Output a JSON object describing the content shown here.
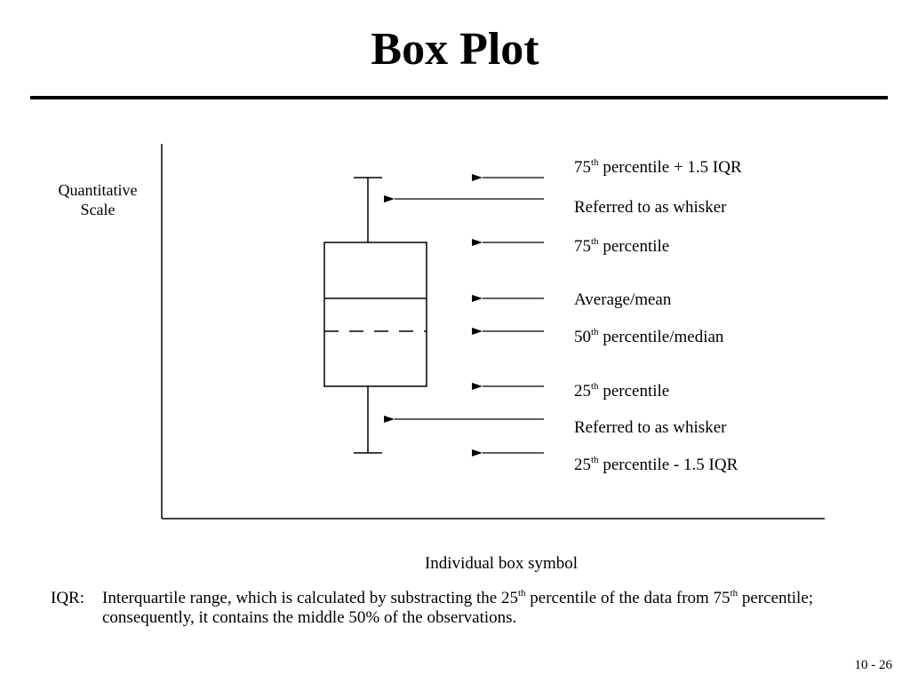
{
  "slide": {
    "title": "Box Plot",
    "page_number": "10 - 26"
  },
  "diagram": {
    "y_axis_label_line1": "Quantitative",
    "y_axis_label_line2": "Scale",
    "x_axis_label": "Individual box symbol",
    "annotations": [
      {
        "pre": "75",
        "sup": "th",
        "post": " percentile + 1.5 IQR"
      },
      {
        "pre": "Referred to as whisker",
        "sup": "",
        "post": ""
      },
      {
        "pre": "75",
        "sup": "th",
        "post": " percentile"
      },
      {
        "pre": "Average/mean",
        "sup": "",
        "post": ""
      },
      {
        "pre": "50",
        "sup": "th",
        "post": " percentile/median"
      },
      {
        "pre": "25",
        "sup": "th",
        "post": " percentile"
      },
      {
        "pre": "Referred to as whisker",
        "sup": "",
        "post": ""
      },
      {
        "pre": "25",
        "sup": "th",
        "post": " percentile - 1.5 IQR"
      }
    ]
  },
  "note": {
    "term": "IQR:",
    "p1": "Interquartile range, which is calculated by substracting the 25",
    "sup1": "th",
    "p2": " percentile of the data from 75",
    "sup2": "th",
    "p3": " percentile; consequently, it contains the middle 50% of the observations."
  }
}
